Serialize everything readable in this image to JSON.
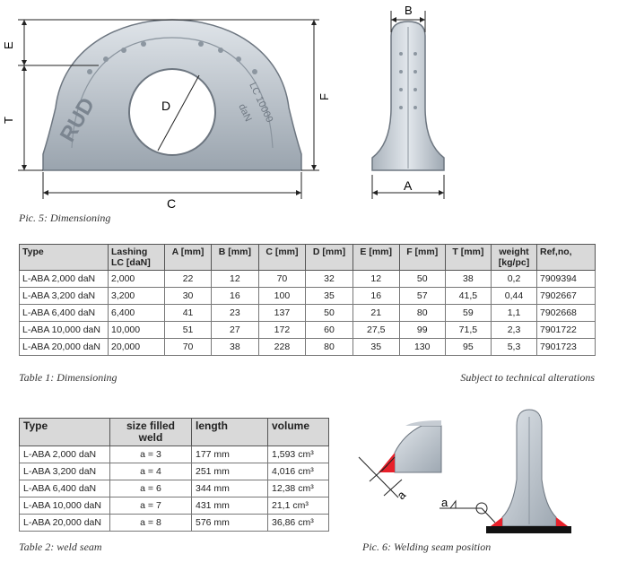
{
  "figure5": {
    "labels": {
      "E": "E",
      "T": "T",
      "D": "D",
      "F": "F",
      "C": "C",
      "B": "B",
      "A": "A"
    },
    "marking": {
      "brand": "RUD",
      "lc": "LC 10000",
      "unit": "daN"
    },
    "caption": "Pic. 5: Dimensioning"
  },
  "table1": {
    "headers": [
      "Type",
      "Lashing LC [daN]",
      "A [mm]",
      "B [mm]",
      "C [mm]",
      "D [mm]",
      "E [mm]",
      "F [mm]",
      "T [mm]",
      "weight [kg/pc]",
      "Ref,no,"
    ],
    "rows": [
      [
        "L-ABA  2,000 daN",
        "2,000",
        "22",
        "12",
        "70",
        "32",
        "12",
        "50",
        "38",
        "0,2",
        "7909394"
      ],
      [
        "L-ABA  3,200 daN",
        "3,200",
        "30",
        "16",
        "100",
        "35",
        "16",
        "57",
        "41,5",
        "0,44",
        "7902667"
      ],
      [
        "L-ABA  6,400 daN",
        "6,400",
        "41",
        "23",
        "137",
        "50",
        "21",
        "80",
        "59",
        "1,1",
        "7902668"
      ],
      [
        "L-ABA 10,000 daN",
        "10,000",
        "51",
        "27",
        "172",
        "60",
        "27,5",
        "99",
        "71,5",
        "2,3",
        "7901722"
      ],
      [
        "L-ABA 20,000 daN",
        "20,000",
        "70",
        "38",
        "228",
        "80",
        "35",
        "130",
        "95",
        "5,3",
        "7901723"
      ]
    ],
    "caption": "Table 1: Dimensioning",
    "note": "Subject to technical alterations"
  },
  "table2": {
    "headers": [
      "Type",
      "size filled weld",
      "length",
      "volume"
    ],
    "rows": [
      [
        "L-ABA  2,000 daN",
        "a = 3",
        "177 mm",
        "1,593 cm³"
      ],
      [
        "L-ABA  3,200 daN",
        "a = 4",
        "251 mm",
        "4,016 cm³"
      ],
      [
        "L-ABA  6,400 daN",
        "a = 6",
        "344 mm",
        "12,38 cm³"
      ],
      [
        "L-ABA 10,000 daN",
        "a = 7",
        "431 mm",
        "21,1 cm³"
      ],
      [
        "L-ABA 20,000 daN",
        "a = 8",
        "576 mm",
        "36,86 cm³"
      ]
    ],
    "caption": "Table 2: weld seam"
  },
  "figure6": {
    "weld_label": "a",
    "symbol_label": "a",
    "caption": "Pic. 6: Welding seam position"
  },
  "colors": {
    "metal": "#c6ccd3",
    "weld": "#e8202a",
    "header_bg": "#d9d9d9"
  }
}
